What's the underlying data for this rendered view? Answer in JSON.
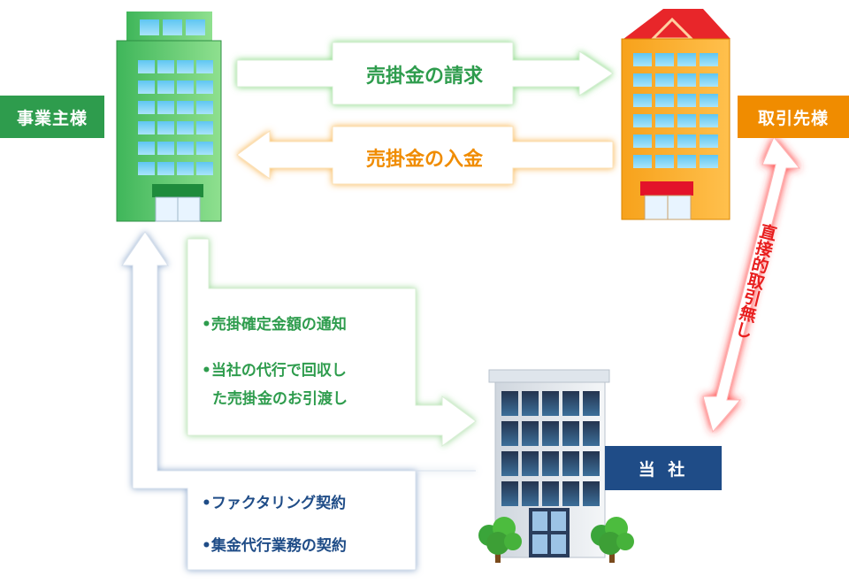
{
  "labels": {
    "business_owner": "事業主様",
    "client": "取引先様",
    "our_company": "当 社"
  },
  "flows": {
    "invoice": "売掛金の請求",
    "payment": "売掛金の入金",
    "no_direct_contact": "直接的取引無し"
  },
  "notices": {
    "item1": "•売掛確定金額の通知",
    "item2_line1": "•当社の代行で回収し",
    "item2_line2": "た売掛金のお引渡し"
  },
  "contracts": {
    "item1": "•ファクタリング契約",
    "item2": "•集金代行業務の契約"
  },
  "colors": {
    "green": "#2e9c4d",
    "orange": "#f08c00",
    "navy": "#1f4c87",
    "red": "#ff2a2a"
  }
}
